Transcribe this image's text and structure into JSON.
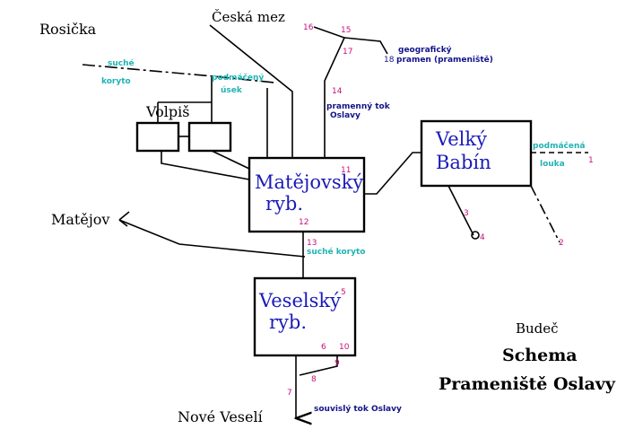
{
  "colors": {
    "line": "#000000",
    "pond_name": "#1a1ab8",
    "wet": "#21b3b3",
    "num": "#c8107a",
    "note": "#13138a"
  },
  "places": {
    "rosicka": "Rosička",
    "ceska_mez": "Česká mez",
    "volpis": "Volpiš",
    "matejov": "Matějov",
    "nove_veseli": "Nové Veselí",
    "budec": "Budeč"
  },
  "ponds": {
    "matejovsky_1": "Matějovský",
    "matejovsky_2": "ryb.",
    "velky_babin_1": "Velký",
    "velky_babin_2": "Babín",
    "veselsky_1": "Veselský",
    "veselsky_2": "ryb."
  },
  "labels": {
    "suche_1": "suché",
    "suche_2": "koryto",
    "podmaceny_1": "podmáčený",
    "podmaceny_2": "úsek",
    "podmacena_1": "podmáčená",
    "podmacena_2": "louka",
    "suche_koryto": "suché koryto",
    "geograficky_1": "geografický",
    "geograficky_2": "pramen (prameniště)",
    "pramenny_1": "pramenný tok",
    "pramenny_2": "Oslavy",
    "souvisly": "souvislý tok  Oslavy"
  },
  "numbers": {
    "n1": "1",
    "n2": "2",
    "n3": "3",
    "n4": "4",
    "n5": "5",
    "n6": "6",
    "n7": "7",
    "n8": "8",
    "n9": "9",
    "n10": "10",
    "n11": "11",
    "n12": "12",
    "n13": "13",
    "n14": "14",
    "n15": "15",
    "n16": "16",
    "n17": "17",
    "n18": "18"
  },
  "title": {
    "line1": "Schema",
    "line2": "Prameniště Oslavy"
  }
}
